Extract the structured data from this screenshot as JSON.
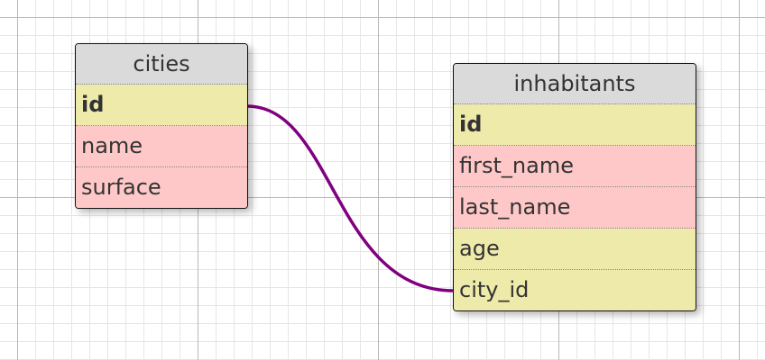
{
  "colors": {
    "key_field": "#eeeaaa",
    "normal_field": "#ffc8c8",
    "header": "#dadada",
    "relation_line": "#800080"
  },
  "tables": [
    {
      "name": "cities",
      "fields": [
        {
          "label": "id",
          "style": "key"
        },
        {
          "label": "name",
          "style": "normal"
        },
        {
          "label": "surface",
          "style": "normal"
        }
      ]
    },
    {
      "name": "inhabitants",
      "fields": [
        {
          "label": "id",
          "style": "key"
        },
        {
          "label": "first_name",
          "style": "normal"
        },
        {
          "label": "last_name",
          "style": "normal"
        },
        {
          "label": "age",
          "style": "key"
        },
        {
          "label": "city_id",
          "style": "key"
        }
      ]
    }
  ],
  "relations": [
    {
      "from": "cities.id",
      "to": "inhabitants.city_id"
    }
  ]
}
